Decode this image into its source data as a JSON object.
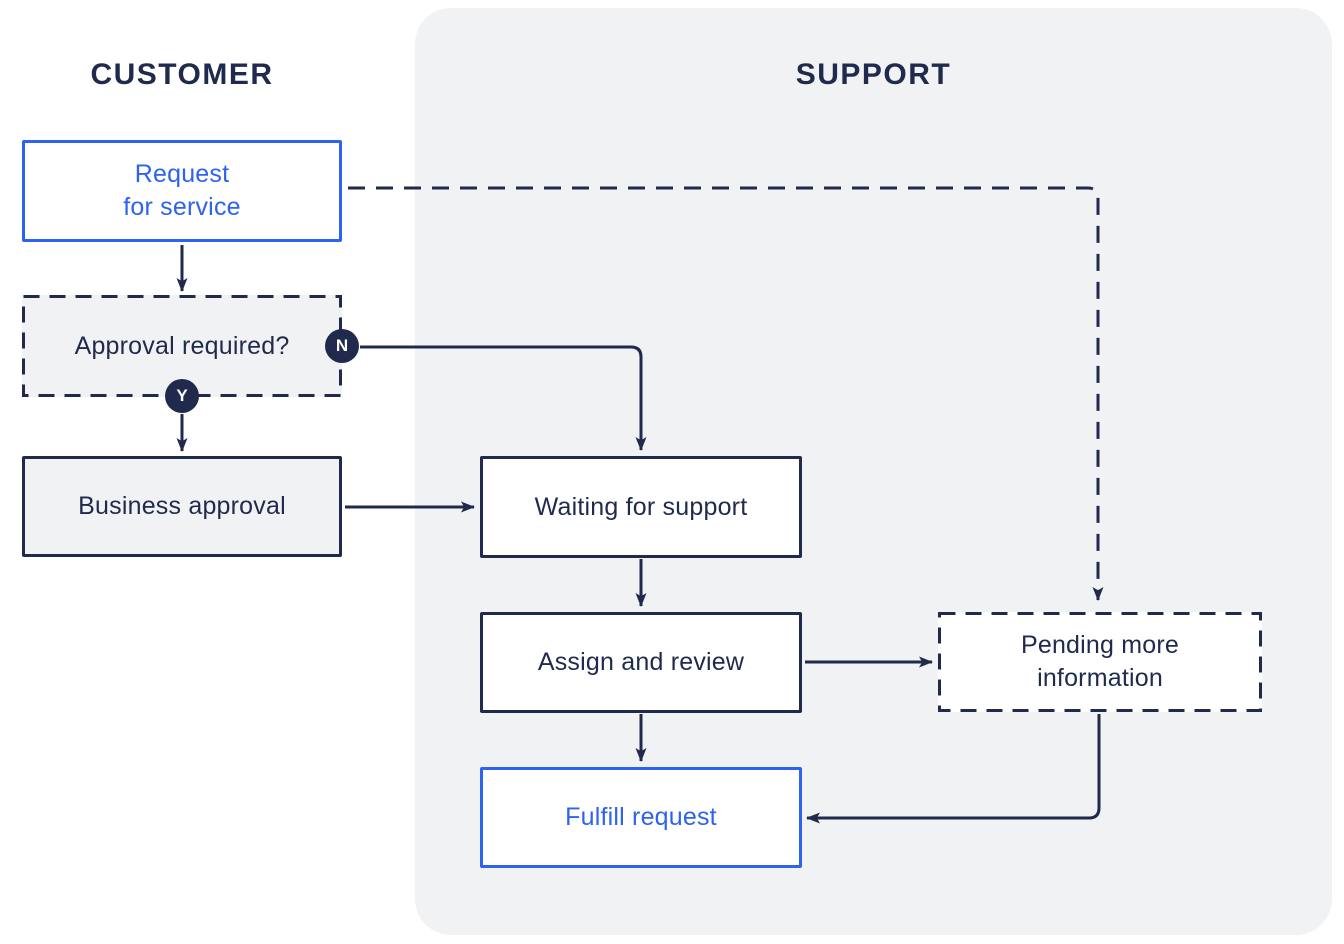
{
  "lanes": {
    "customer": {
      "label": "CUSTOMER"
    },
    "support": {
      "label": "SUPPORT"
    }
  },
  "nodes": {
    "request": {
      "label": "Request\nfor service",
      "style": "blue-solid-border"
    },
    "approval": {
      "label": "Approval required?",
      "style": "navy-dashed-border-gray-fill"
    },
    "business": {
      "label": "Business approval",
      "style": "navy-solid-border-gray-fill"
    },
    "waiting": {
      "label": "Waiting for support",
      "style": "navy-solid-border-white-fill"
    },
    "assign": {
      "label": "Assign and review",
      "style": "navy-solid-border-white-fill"
    },
    "pending": {
      "label": "Pending more\ninformation",
      "style": "navy-dashed-border-white-fill"
    },
    "fulfill": {
      "label": "Fulfill request",
      "style": "blue-solid-border"
    }
  },
  "badges": {
    "no": "N",
    "yes": "Y"
  },
  "edges": [
    {
      "from": "request",
      "to": "approval",
      "type": "solid",
      "label": ""
    },
    {
      "from": "request",
      "to": "pending",
      "type": "dashed",
      "label": ""
    },
    {
      "from": "approval",
      "to": "waiting",
      "type": "solid",
      "label": "N"
    },
    {
      "from": "approval",
      "to": "business",
      "type": "solid",
      "label": "Y"
    },
    {
      "from": "business",
      "to": "waiting",
      "type": "solid",
      "label": ""
    },
    {
      "from": "waiting",
      "to": "assign",
      "type": "solid",
      "label": ""
    },
    {
      "from": "assign",
      "to": "pending",
      "type": "solid",
      "label": ""
    },
    {
      "from": "assign",
      "to": "fulfill",
      "type": "solid",
      "label": ""
    },
    {
      "from": "pending",
      "to": "fulfill",
      "type": "solid",
      "label": ""
    }
  ],
  "colors": {
    "navy": "#1F2A4C",
    "blue": "#2D63F0",
    "laneBg": "#F1F2F4",
    "grayBoxBg": "#F1F2F4",
    "white": "#FFFFFF"
  }
}
